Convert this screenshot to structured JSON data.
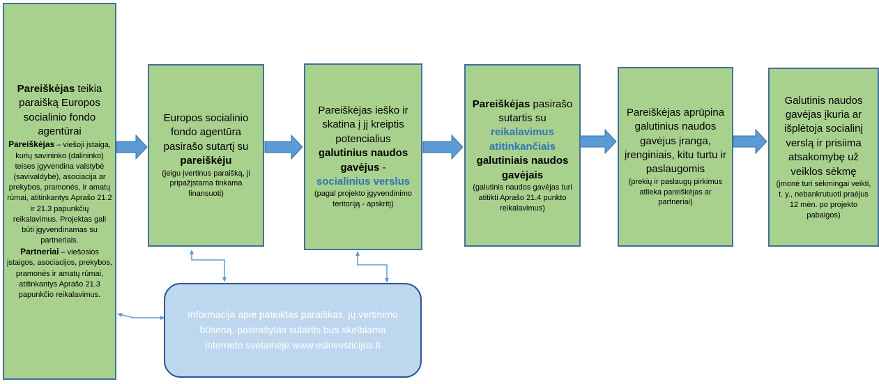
{
  "boxes": {
    "applicant": {
      "line1_bold": "Pareiškėjas",
      "line1_rest": " teikia paraišką Europos socialinio fondo agentūrai",
      "sub1_bold": "Pareiškėjas",
      "sub1_rest": " – viešoji įstaiga, kurių savininko (dalininko) teises įgyvendina valstybė (savivaldybė), asociacija ar prekybos, pramonės, ir amatų rūmai, atitinkantys Aprašo 21.2 ir 21.3 papunkčių reikalavimus. Projektas gali būti įgyvendinamas su partneriais.",
      "sub2_bold": "Partneriai",
      "sub2_rest": " – viešosios įstaigos, asociacijos, prekybos, pramonės ir amatų rūmai, atitinkantys Aprašo 21.3 papunkčio reikalavimus."
    },
    "agency": {
      "main_a": "Europos socialinio fondo agentūra pasirašo sutartį su ",
      "main_bold": "pareiškėju",
      "sub": "(jeigu įvertinus paraišką, ji pripažįstama tinkama finansuoti)"
    },
    "search": {
      "main_a": "Pareiškėjas ieško ir skatina į jį kreiptis potencialius ",
      "main_bold": "galutinius naudos gavėjus",
      "main_dash": " -",
      "main_blue": "socialinius verslus",
      "sub": "(pagal projekto įgyvendinimo teritoriją - apskritį)"
    },
    "contracts": {
      "main_bold": "Pareiškėjas",
      "main_a": " pasirašo sutartis su ",
      "main_blue": "reikalavimus atitinkančiais",
      "main_bold2": "galutiniais naudos gavėjais",
      "sub": "(galutinis naudos gavėjas turi atitikti Aprašo 21.4 punkto reikalavimus)"
    },
    "equipment": {
      "main": "Pareiškėjas aprūpina galutinius naudos gavėjus įranga, įrenginiais, kitu turtu ir paslaugomis",
      "sub": "(prekių ir paslaugų pirkimus atlieka pareiškėjas ar partneriai)"
    },
    "final": {
      "main": "Galutinis naudos gavėjas įkuria ar išplėtoja socialinį verslą ir prisiima atsakomybę už veiklos sėkmę",
      "sub": "(įmonė turi sėkmingai veikti, t. y., nebankrutuoti praėjus 12 mėn. po projekto pabaigos)"
    }
  },
  "info_box": {
    "text": "Informacija apie pateiktas paraiškas, jų vertinimo būseną, pasirašytas sutartis bus skelbiama interneto svetainėje www.esinvesticijos.lt"
  },
  "colors": {
    "box_fill": "#a9d18e",
    "box_border": "#41719c",
    "arrow": "#5b9bd5",
    "highlight_text": "#2e75b6",
    "info_fill": "#bdd7ee",
    "info_border": "#2f5597"
  }
}
